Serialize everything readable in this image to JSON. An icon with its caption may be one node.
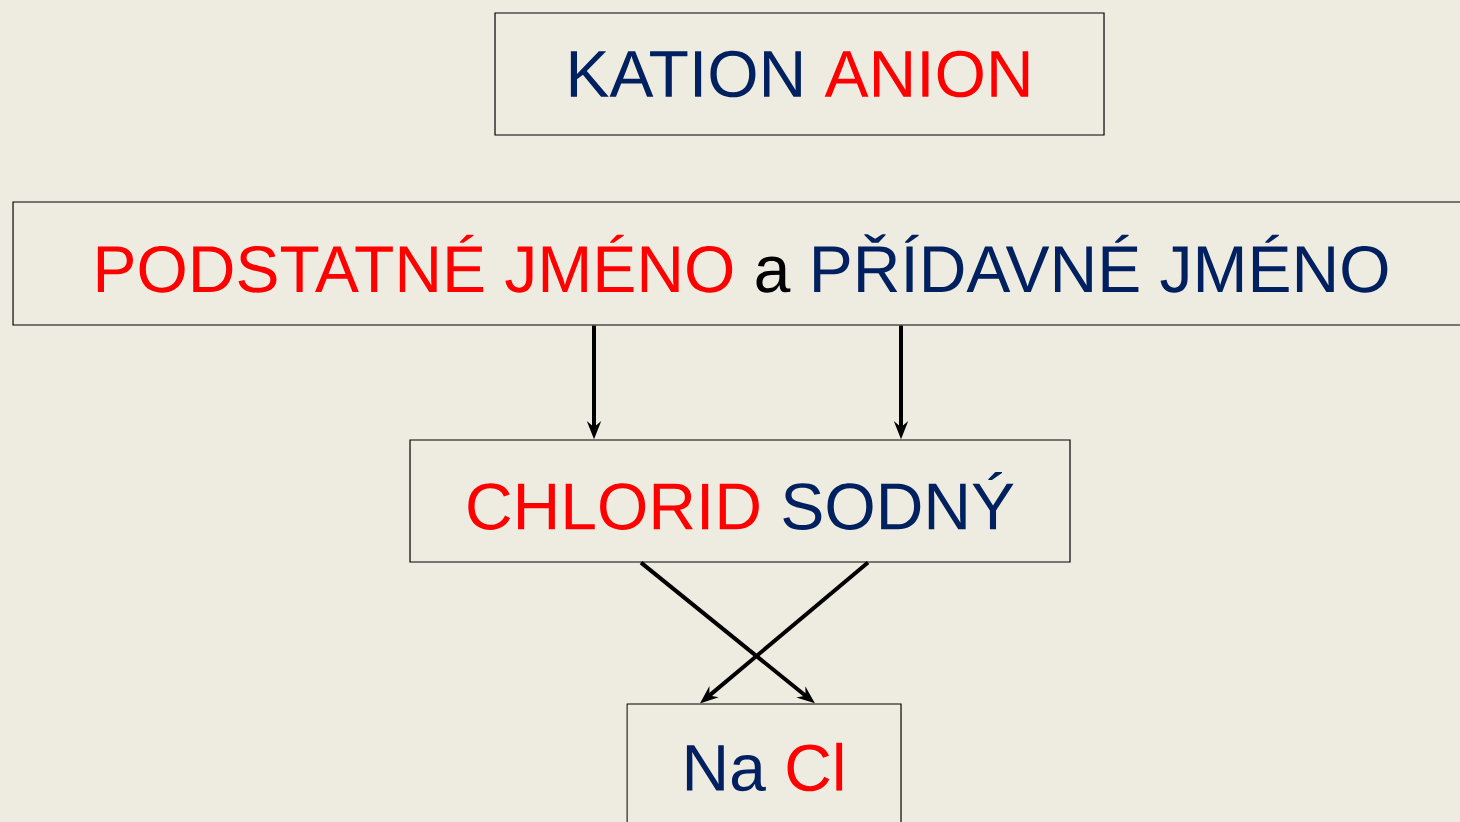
{
  "diagram": {
    "nodes": [
      {
        "text": [
          "KATION",
          "ANION"
        ]
      },
      {
        "text": [
          "PODSTATNÉ JMÉNO",
          "a",
          "PŘÍDAVNÉ JMÉNO"
        ]
      },
      {
        "text": [
          "CHLORID",
          "SODNÝ"
        ]
      },
      {
        "text": [
          "Na",
          "Cl"
        ]
      }
    ],
    "edges": [
      {
        "from": 1,
        "to": 2,
        "arrow": "to"
      },
      {
        "from": 1,
        "to": 2,
        "arrow": "to"
      },
      {
        "from": 2,
        "to": 3,
        "arrow": "to"
      },
      {
        "from": 2,
        "to": 3,
        "arrow": "to"
      }
    ]
  }
}
